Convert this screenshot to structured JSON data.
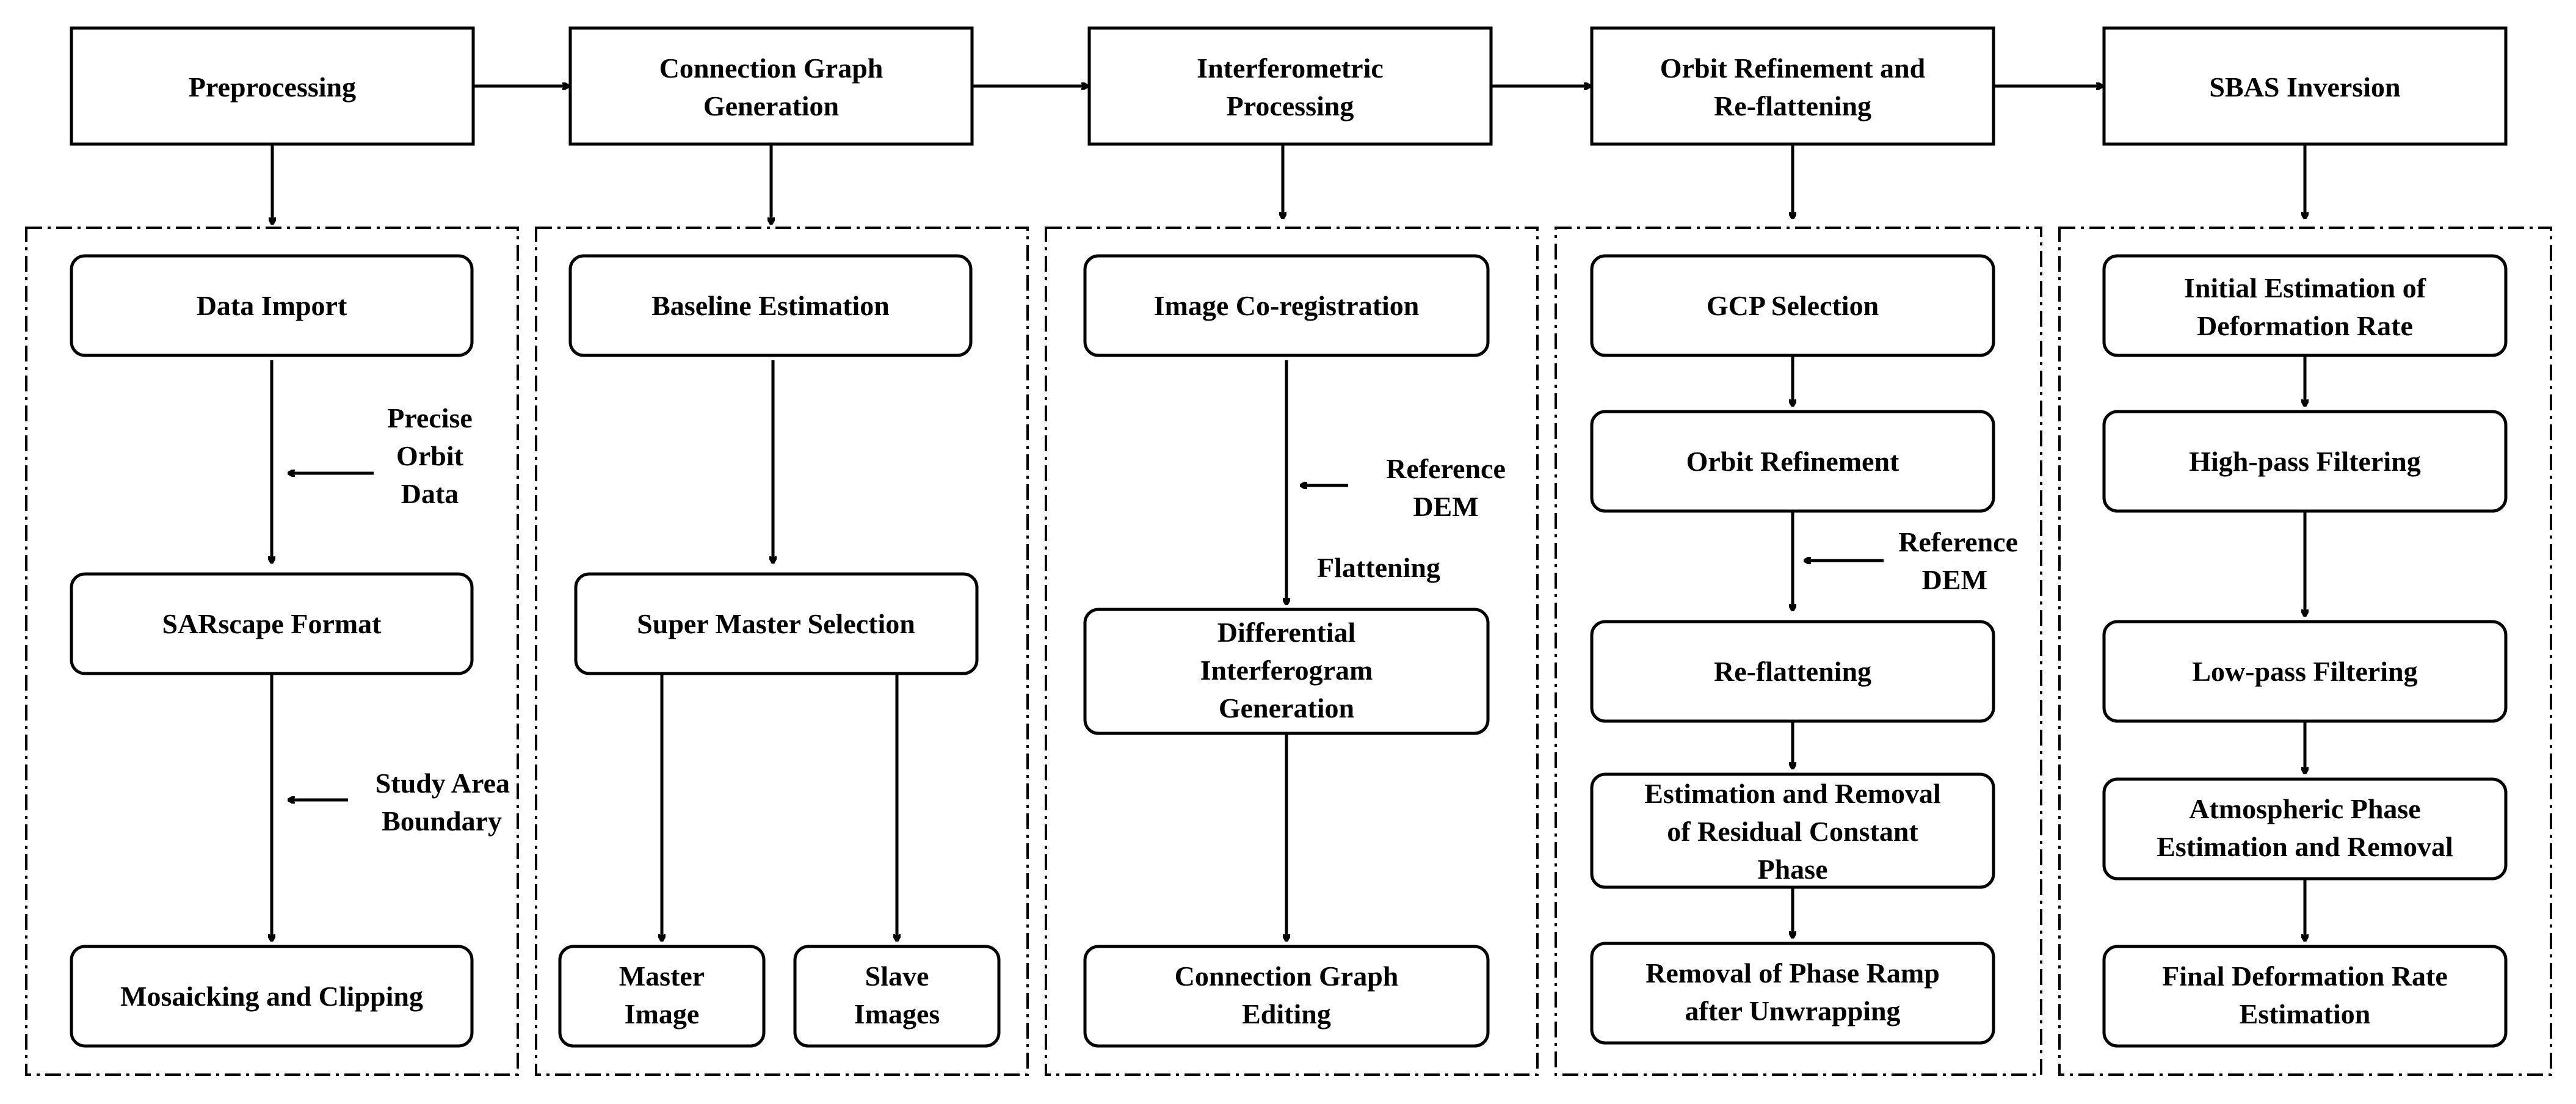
{
  "stages": [
    {
      "lines": [
        "Preprocessing"
      ]
    },
    {
      "lines": [
        "Connection Graph",
        "Generation"
      ]
    },
    {
      "lines": [
        "Interferometric",
        "Processing"
      ]
    },
    {
      "lines": [
        "Orbit Refinement and",
        "Re-flattening"
      ]
    },
    {
      "lines": [
        "SBAS Inversion"
      ]
    }
  ],
  "steps": {
    "preprocessing": [
      {
        "lines": [
          "Data Import"
        ]
      },
      {
        "lines": [
          "SARscape Format"
        ]
      },
      {
        "lines": [
          "Mosaicking and Clipping"
        ]
      }
    ],
    "connection_graph": [
      {
        "lines": [
          "Baseline Estimation"
        ]
      },
      {
        "lines": [
          "Super Master Selection"
        ]
      },
      {
        "lines": [
          "Master",
          "Image"
        ]
      },
      {
        "lines": [
          "Slave",
          "Images"
        ]
      }
    ],
    "interferometric": [
      {
        "lines": [
          "Image Co-registration"
        ]
      },
      {
        "lines": [
          "Differential",
          "Interferogram",
          "Generation"
        ]
      },
      {
        "lines": [
          "Connection Graph",
          "Editing"
        ]
      }
    ],
    "orbit_refinement": [
      {
        "lines": [
          "GCP Selection"
        ]
      },
      {
        "lines": [
          "Orbit Refinement"
        ]
      },
      {
        "lines": [
          "Re-flattening"
        ]
      },
      {
        "lines": [
          "Estimation and Removal",
          "of Residual Constant",
          "Phase"
        ]
      },
      {
        "lines": [
          "Removal of Phase Ramp",
          "after Unwrapping"
        ]
      }
    ],
    "sbas_inversion": [
      {
        "lines": [
          "Initial Estimation of",
          "Deformation Rate"
        ]
      },
      {
        "lines": [
          "High-pass Filtering"
        ]
      },
      {
        "lines": [
          "Low-pass Filtering"
        ]
      },
      {
        "lines": [
          "Atmospheric Phase",
          "Estimation and Removal"
        ]
      },
      {
        "lines": [
          "Final Deformation Rate",
          "Estimation"
        ]
      }
    ]
  },
  "annotations": {
    "precise_orbit": [
      "Precise",
      "Orbit",
      "Data"
    ],
    "study_area": [
      "Study Area",
      "Boundary"
    ],
    "reference_dem_1": [
      "Reference",
      "DEM"
    ],
    "flattening": [
      "Flattening"
    ],
    "reference_dem_2": [
      "Reference",
      "DEM"
    ]
  }
}
